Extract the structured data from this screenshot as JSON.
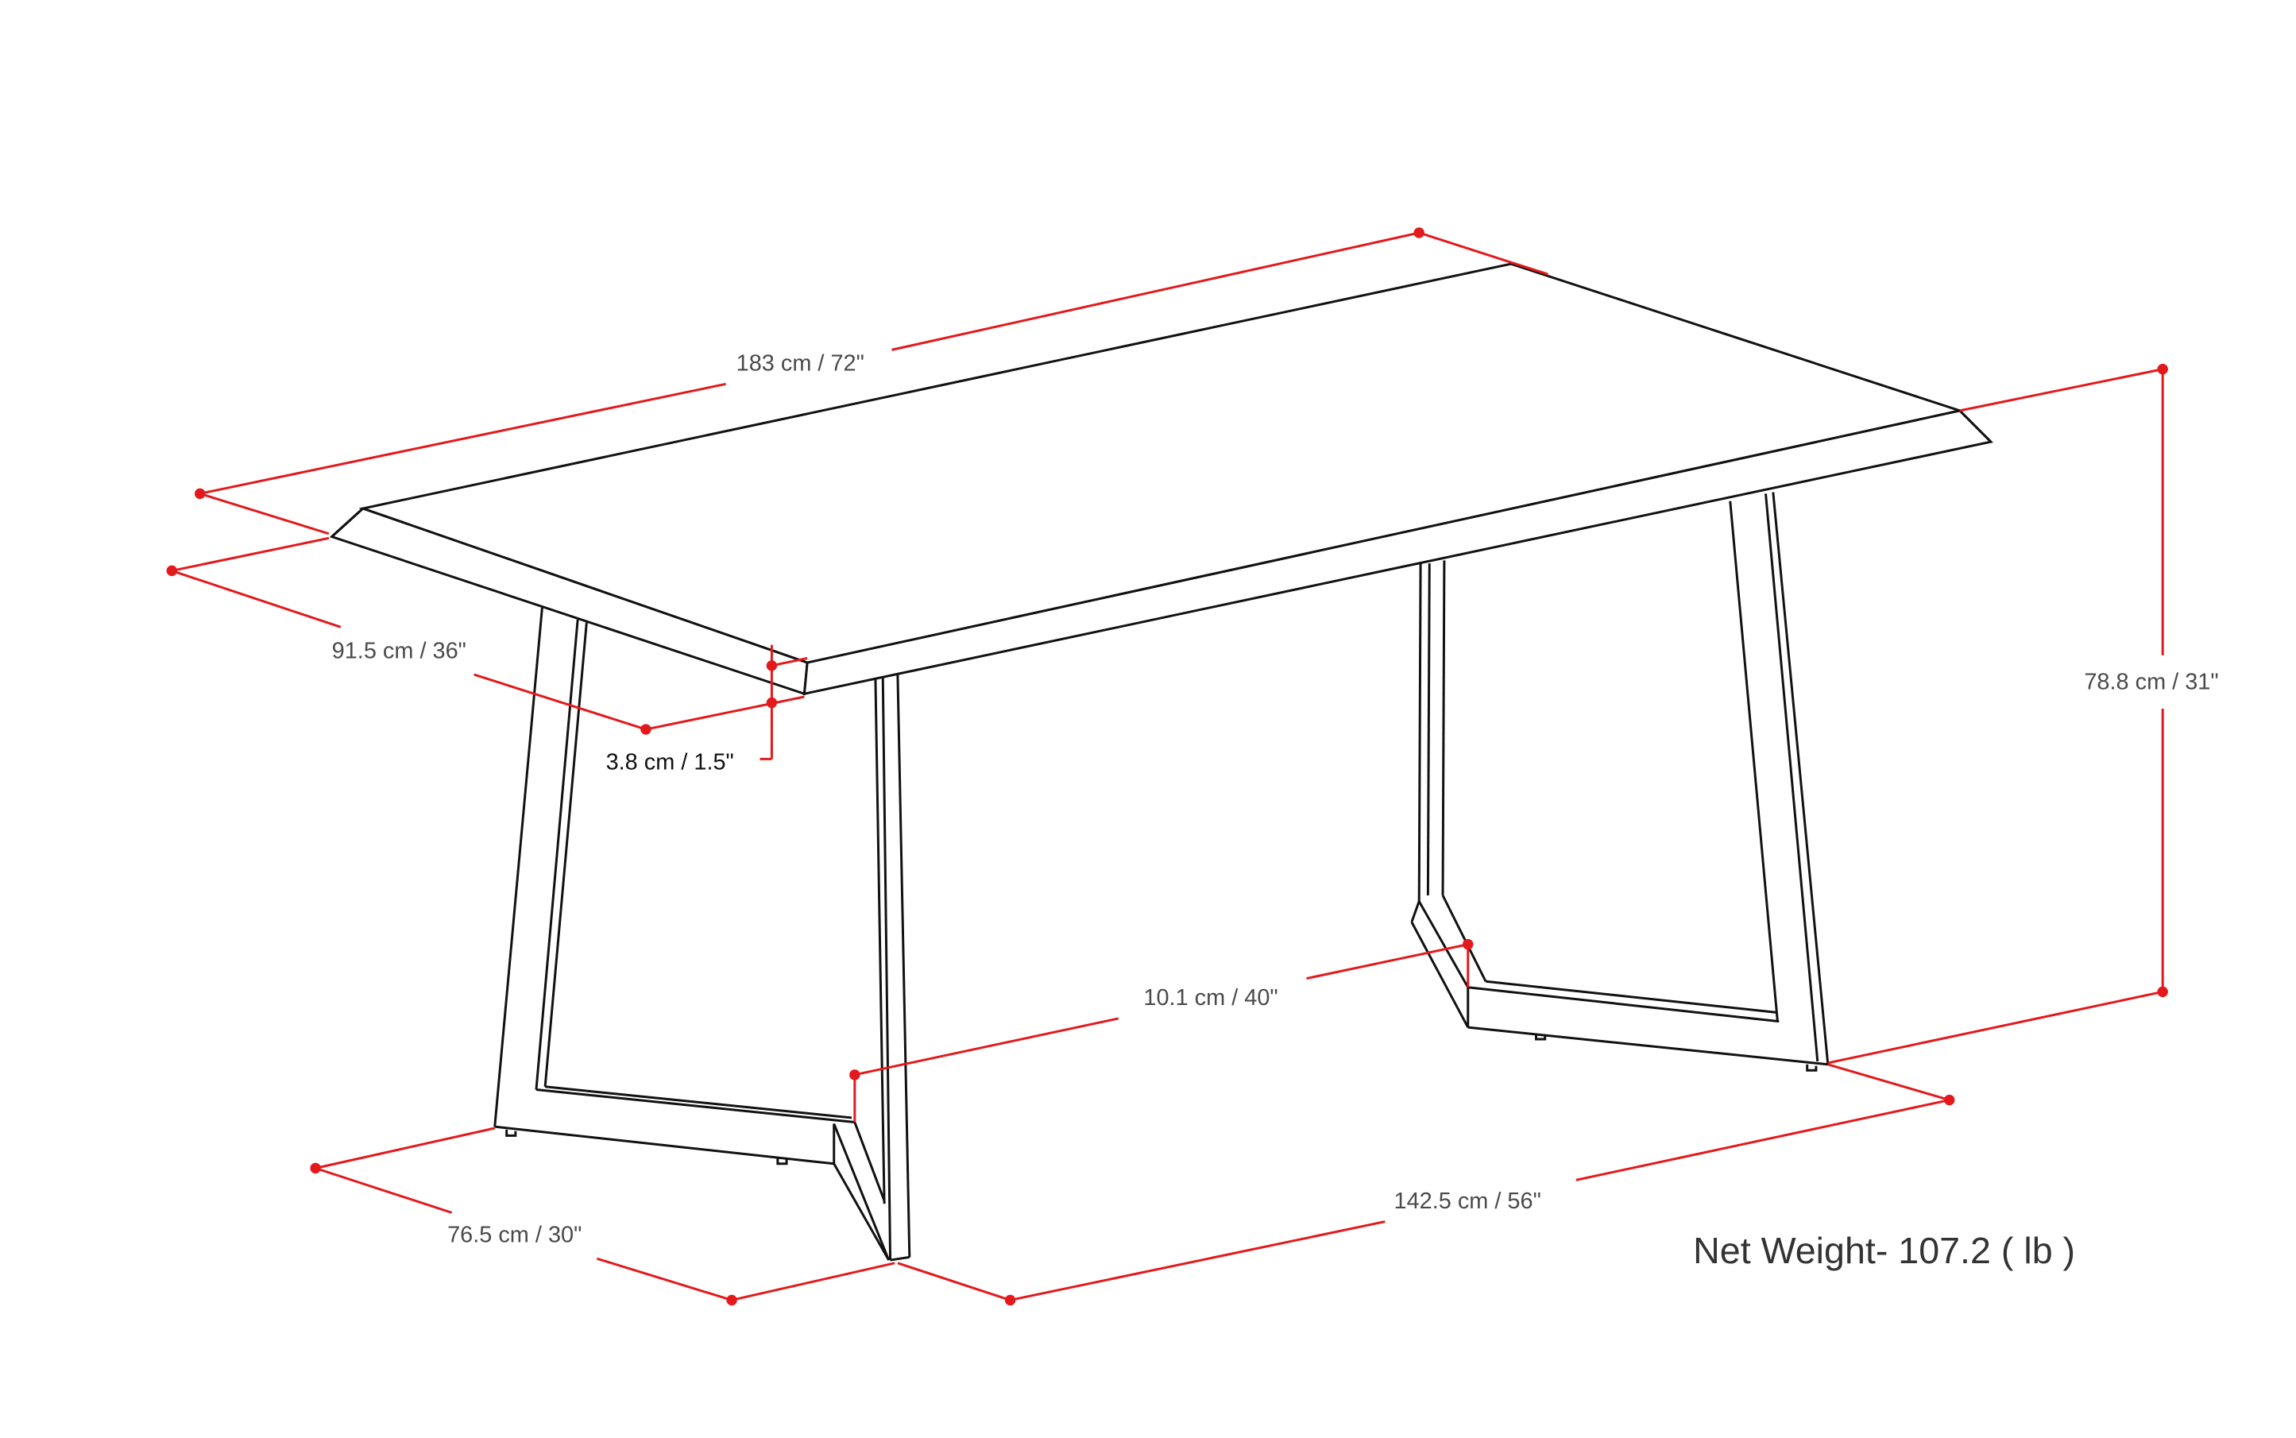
{
  "diagram": {
    "subject": "Dining table dimension drawing",
    "colors": {
      "outline": "#111111",
      "dimension_line": "#e3191c",
      "label_text": "#4a4a4a",
      "background": "#ffffff"
    },
    "dimensions": {
      "length": "183 cm / 72\"",
      "depth": "91.5 cm / 36\"",
      "top_thickness": "3.8 cm / 1.5\"",
      "height": "78.8 cm / 31\"",
      "leg_inner_gap": "10.1 cm / 40\"",
      "leg_span": "142.5 cm / 56\"",
      "leg_depth": "76.5 cm / 30\""
    },
    "net_weight": "Net Weight- 107.2 ( lb )"
  }
}
